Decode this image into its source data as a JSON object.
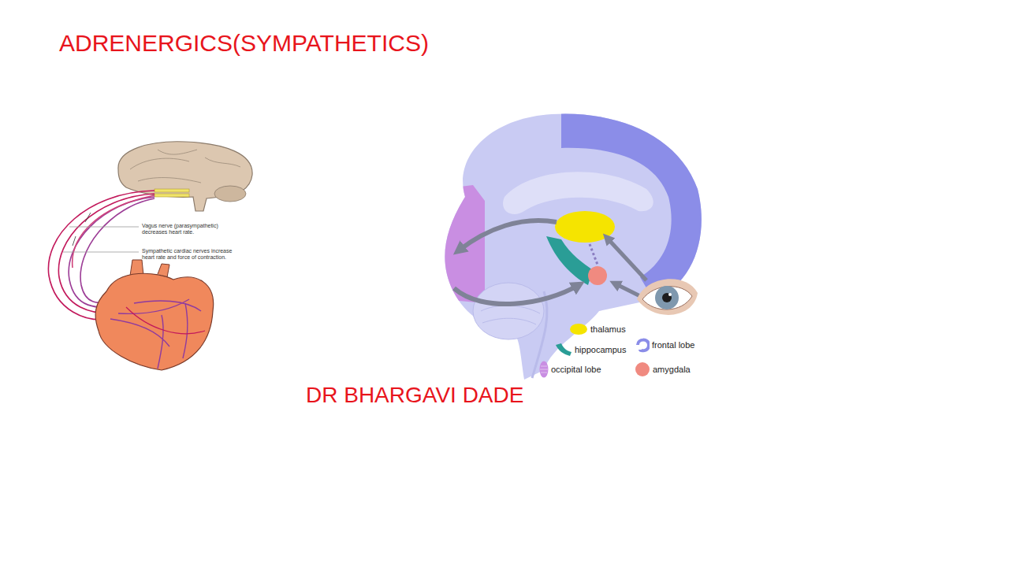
{
  "diagram": {
    "title": "ADRENERGICS(SYMPATHETICS)",
    "labels": [
      "Vagus nerve (parasympathetic) decreases heart rate.",
      "Sympathetic cardiac nerves increase heart rate and force of contraction.",
      "DR BHARGAVI DADE"
    ],
    "legend": [
      {
        "text": "thalamus",
        "color": "#f5e400"
      },
      {
        "text": "hippocampus",
        "color": "#2a9d96"
      },
      {
        "text": "frontal lobe",
        "color": "#8b8de8"
      },
      {
        "text": "occipital lobe",
        "color": "#c98ee2"
      },
      {
        "text": "amygdala",
        "color": "#f08a80"
      }
    ]
  }
}
